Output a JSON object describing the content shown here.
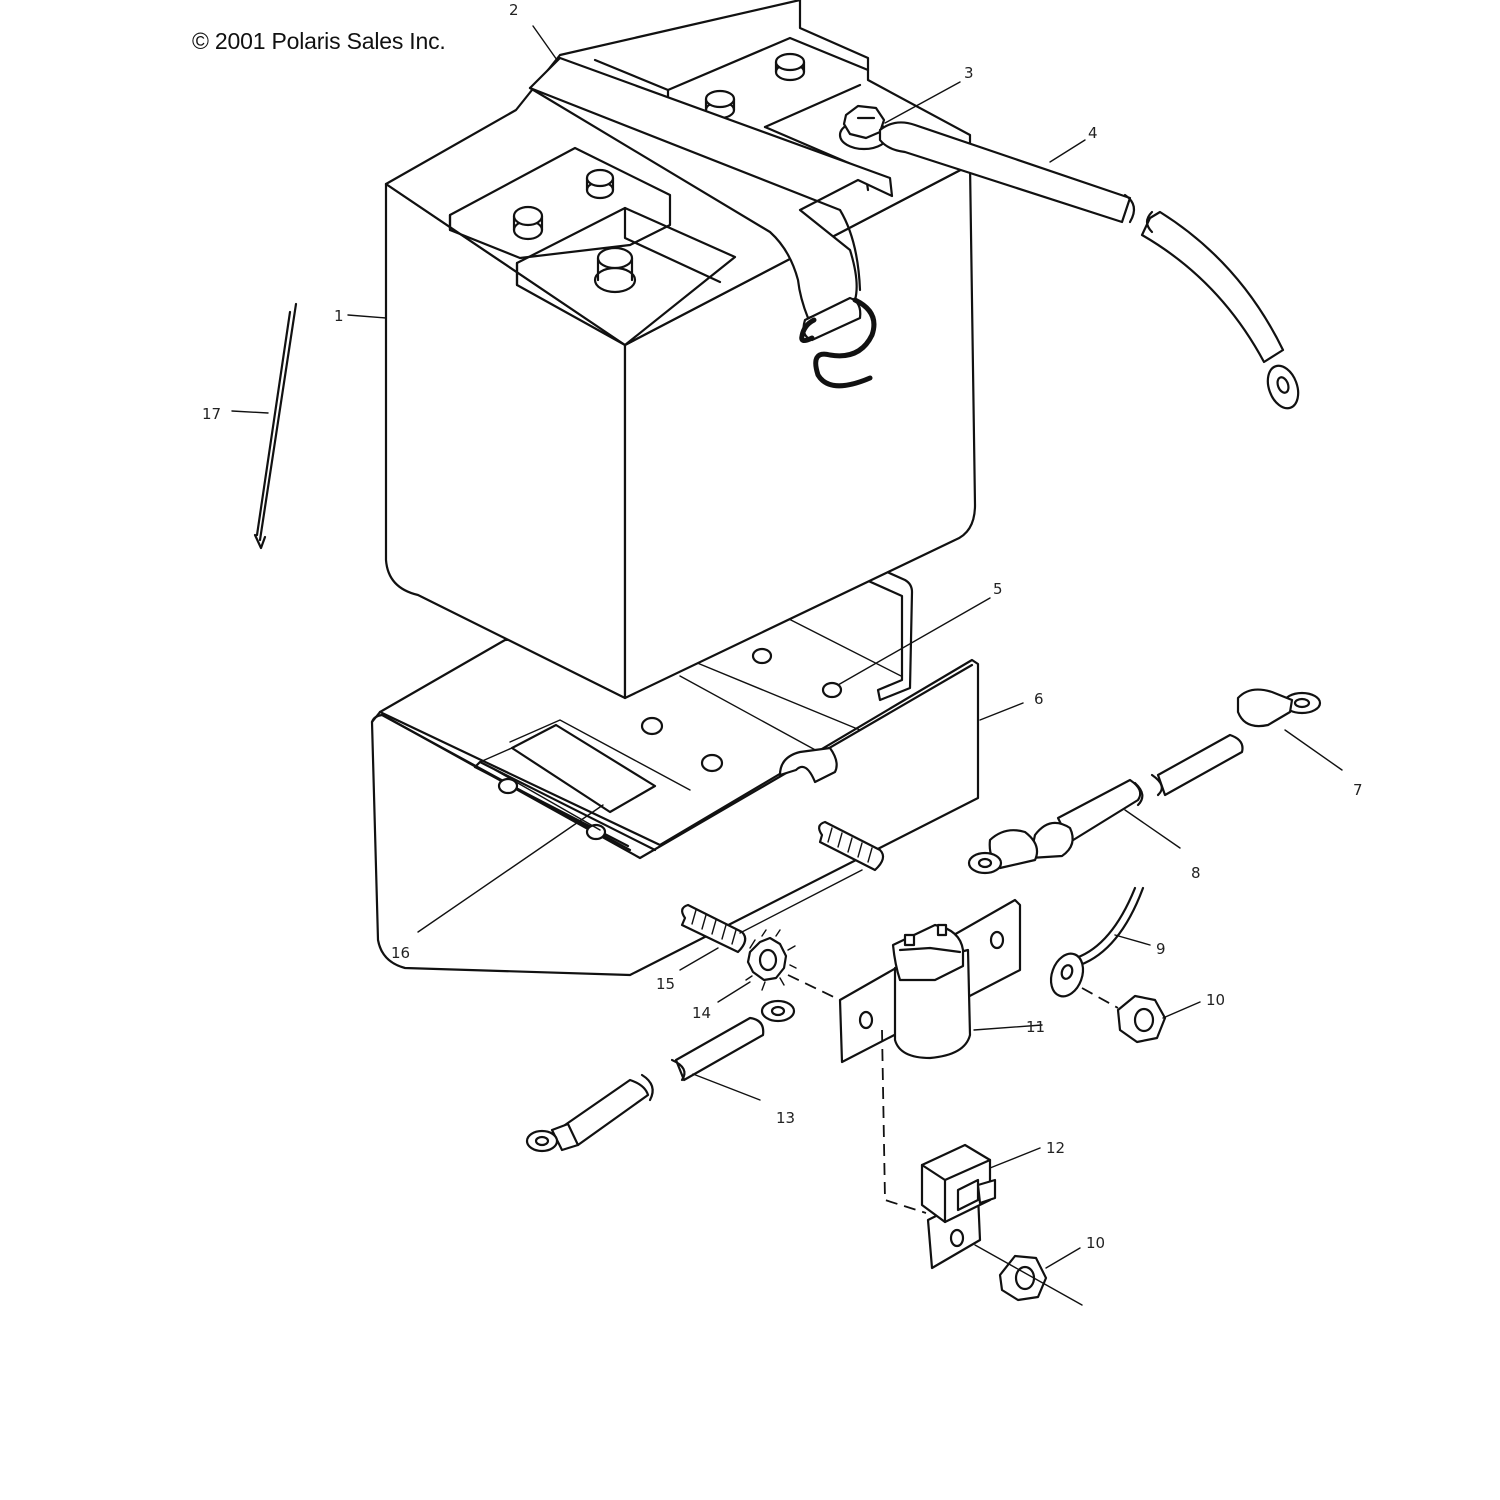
{
  "header": {
    "copyright": "© 2001 Polaris Sales Inc."
  },
  "callouts": [
    {
      "id": "1",
      "label": "1"
    },
    {
      "id": "2",
      "label": "2"
    },
    {
      "id": "3",
      "label": "3"
    },
    {
      "id": "4",
      "label": "4"
    },
    {
      "id": "5",
      "label": "5"
    },
    {
      "id": "6",
      "label": "6"
    },
    {
      "id": "7",
      "label": "7"
    },
    {
      "id": "8",
      "label": "8"
    },
    {
      "id": "9",
      "label": "9"
    },
    {
      "id": "10a",
      "label": "10"
    },
    {
      "id": "11",
      "label": "11"
    },
    {
      "id": "12",
      "label": "12"
    },
    {
      "id": "10b",
      "label": "10"
    },
    {
      "id": "13",
      "label": "13"
    },
    {
      "id": "14",
      "label": "14"
    },
    {
      "id": "15",
      "label": "15"
    },
    {
      "id": "16",
      "label": "16"
    },
    {
      "id": "17",
      "label": "17"
    }
  ]
}
